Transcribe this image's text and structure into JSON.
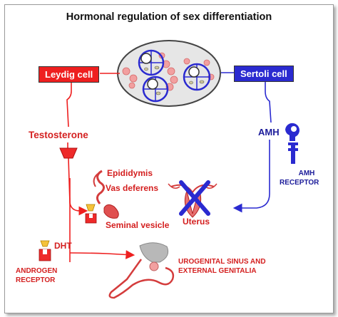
{
  "title": "Hormonal regulation of sex differentiation",
  "labels": {
    "leydig_cell": "Leydig cell",
    "sertoli_cell": "Sertoli cell",
    "testosterone": "Testosterone",
    "amh": "AMH",
    "amh_receptor_line1": "AMH",
    "amh_receptor_line2": "RECEPTOR",
    "epididymis": "Epididymis",
    "vas_deferens": "Vas deferens",
    "seminal_vesicle": "Seminal vesicle",
    "uterus": "Uterus",
    "dht": "DHT",
    "androgen_receptor_line1": "ANDROGEN",
    "androgen_receptor_line2": "RECEPTOR",
    "urogenital_line1": "UROGENITAL SINUS   AND",
    "urogenital_line2": "EXTERNAL GENITALIA"
  },
  "colors": {
    "red": "#ee1f1f",
    "blue": "#2a2ad0",
    "pink": "#f2a0a0",
    "gray": "#c8c8c8"
  }
}
